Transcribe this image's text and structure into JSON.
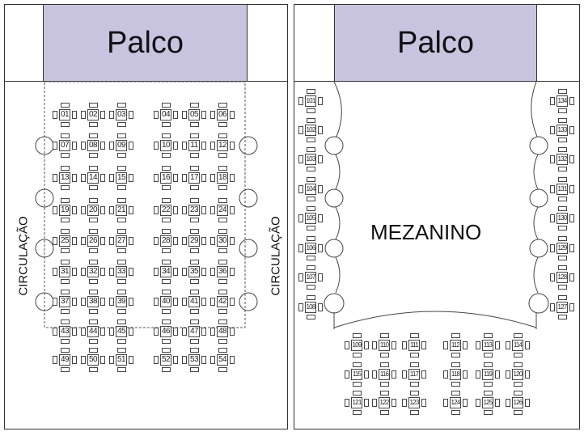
{
  "left_plan": {
    "stage_label": "Palco",
    "circulation_left": "CIRCULAÇÃO",
    "circulation_right": "CIRCULAÇÃO",
    "tables": [
      "01",
      "02",
      "03",
      "04",
      "05",
      "06",
      "07",
      "08",
      "09",
      "10",
      "11",
      "12",
      "13",
      "14",
      "15",
      "16",
      "17",
      "18",
      "19",
      "20",
      "21",
      "22",
      "23",
      "24",
      "25",
      "26",
      "27",
      "28",
      "29",
      "30",
      "31",
      "32",
      "33",
      "34",
      "35",
      "36",
      "37",
      "38",
      "39",
      "40",
      "41",
      "42",
      "43",
      "44",
      "45",
      "46",
      "47",
      "48",
      "49",
      "50",
      "51",
      "52",
      "53",
      "54"
    ]
  },
  "right_plan": {
    "stage_label": "Palco",
    "area_label": "MEZANINO",
    "left_column_tables": [
      "101",
      "102",
      "103",
      "104",
      "105",
      "106",
      "107",
      "108"
    ],
    "bottom_tables": [
      "109",
      "110",
      "111",
      "112",
      "113",
      "114",
      "115",
      "116",
      "117",
      "118",
      "119",
      "120",
      "121",
      "122",
      "123",
      "124",
      "125",
      "126"
    ],
    "right_column_tables": [
      "134",
      "133",
      "132",
      "131",
      "130",
      "129",
      "128",
      "127"
    ]
  },
  "colors": {
    "stage": "#c8c4e0",
    "line": "#333333"
  }
}
